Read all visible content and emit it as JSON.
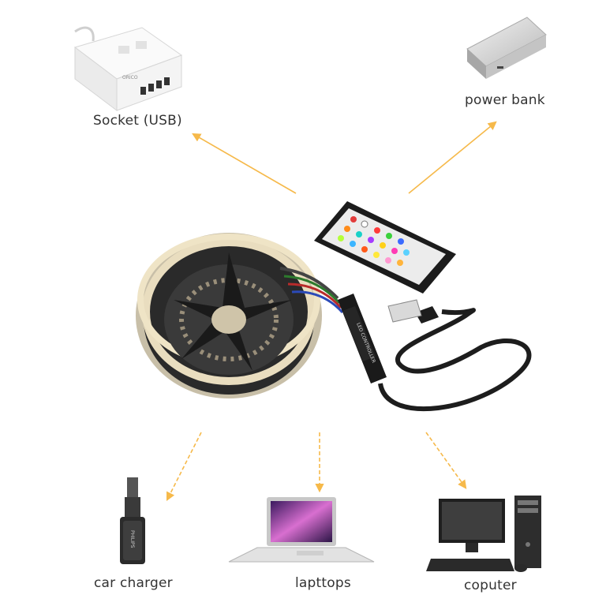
{
  "labels": {
    "socket": "Socket (USB)",
    "power_bank": "power bank",
    "car_charger": "car charger",
    "laptops": "lapttops",
    "computer": "coputer"
  },
  "device_text": {
    "socket_brand": "ORICO",
    "car_charger_brand": "PHILIPS",
    "controller": "LED CONTROLLER"
  },
  "colors": {
    "arrow": "#f6b94a",
    "label": "#333333"
  }
}
